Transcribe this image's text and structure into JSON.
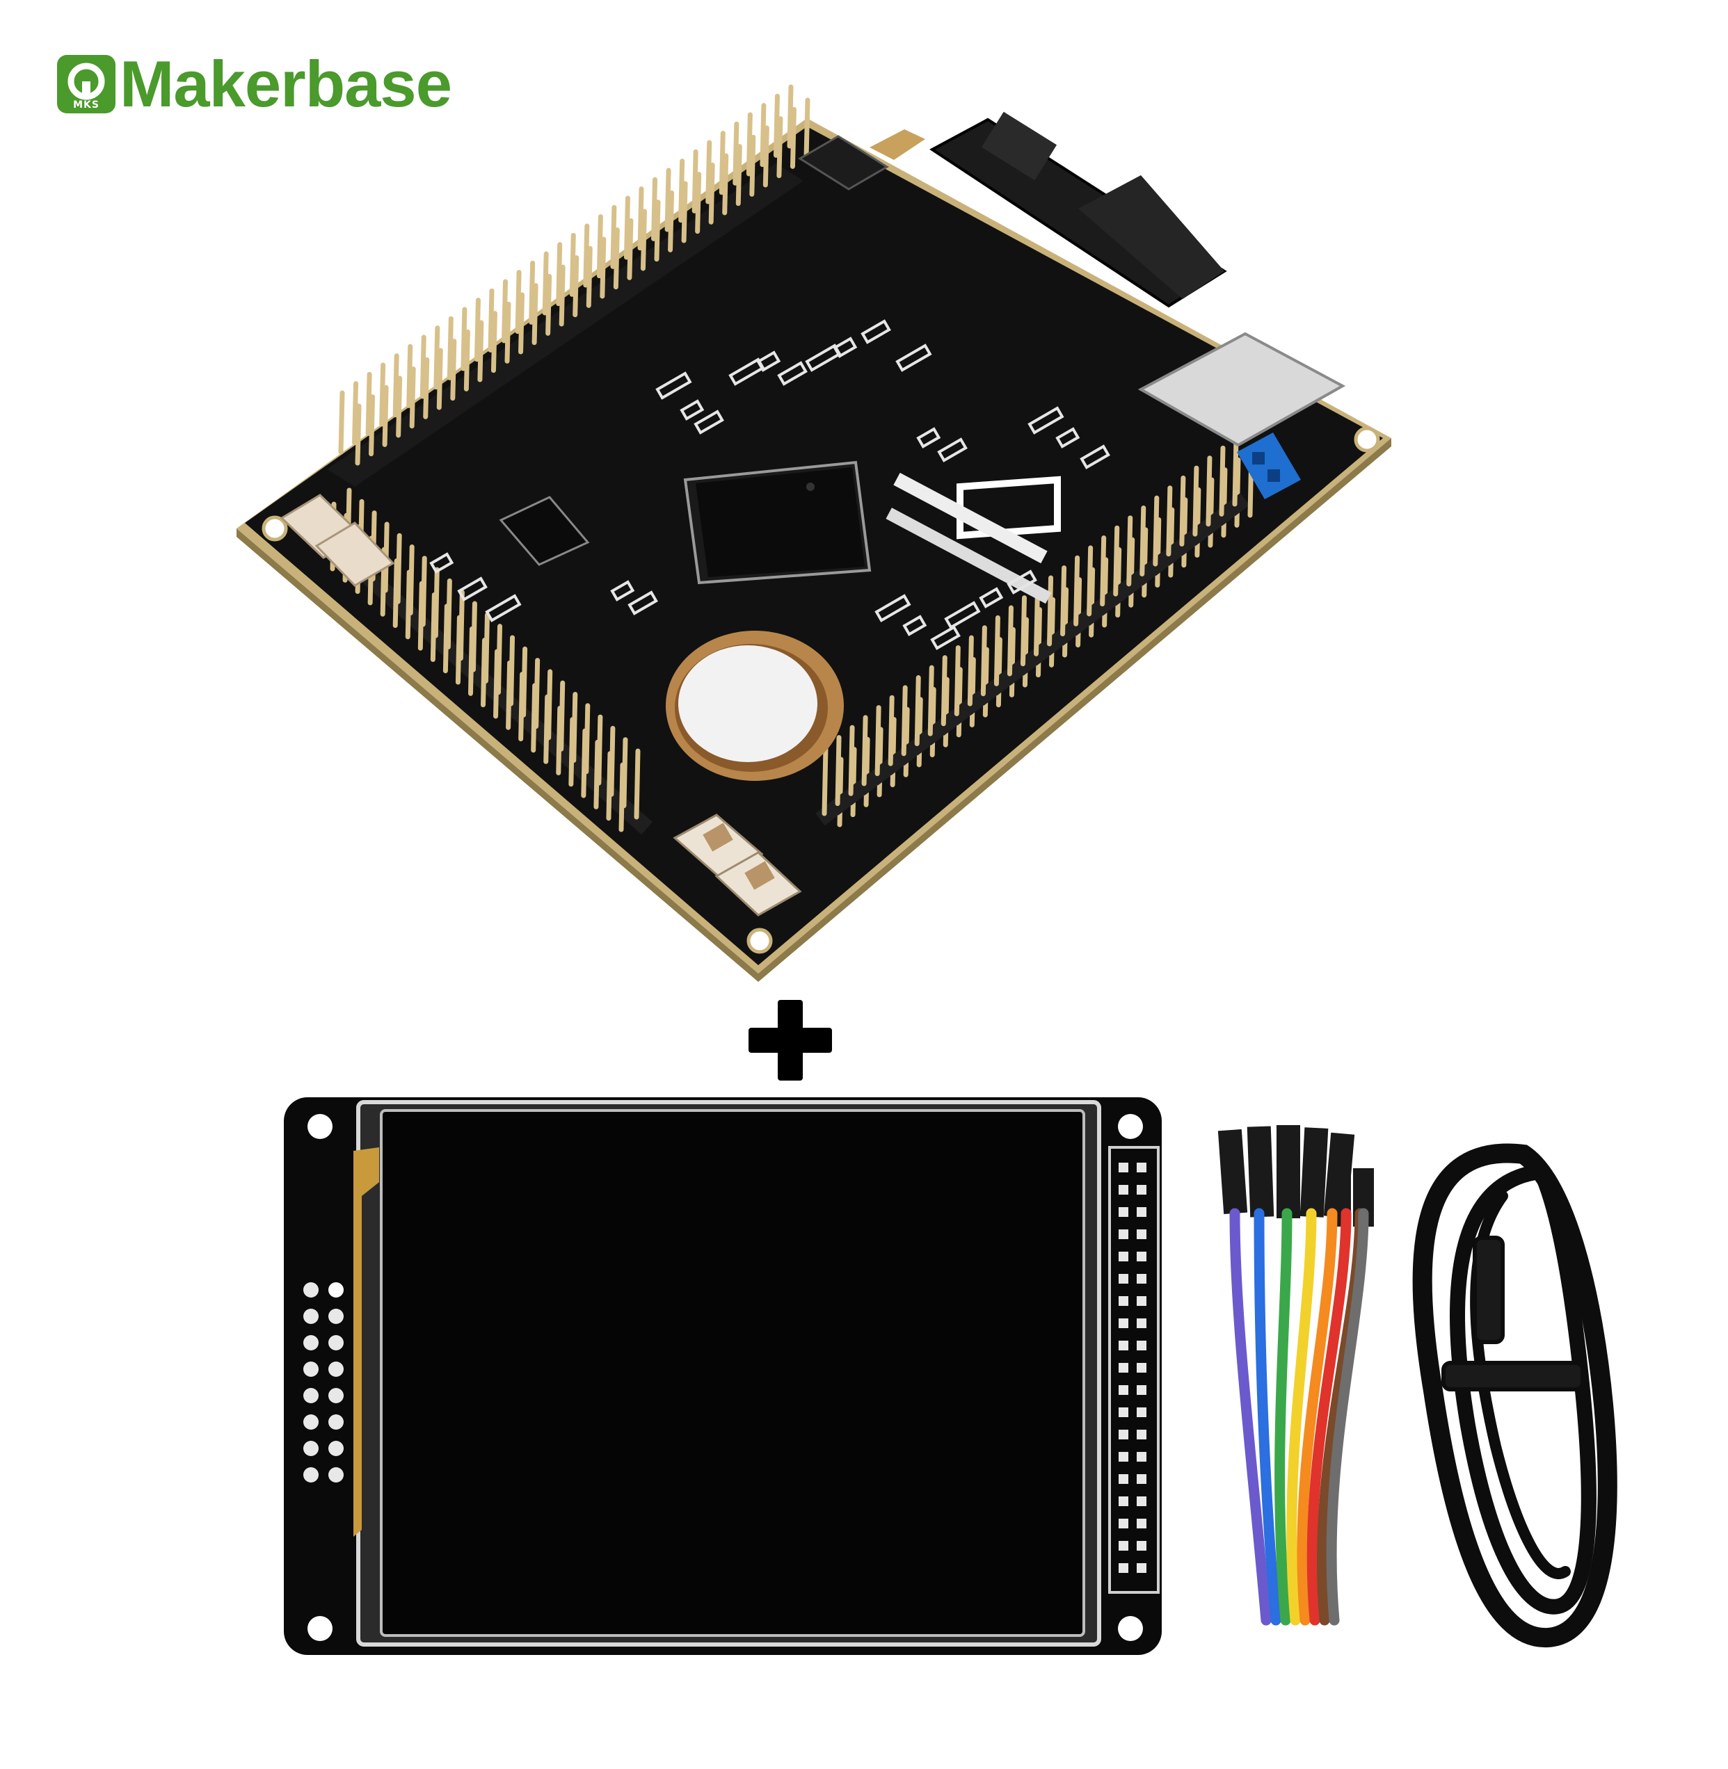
{
  "brand": {
    "name": "Makerbase",
    "mark_text": "MKS",
    "color": "#4a9a2c"
  },
  "items": {
    "controller_board": "stm32-development-board",
    "display": "tft-touch-screen",
    "wires": "dupont-jumper-wires",
    "cable": "usb-cable"
  },
  "colors": {
    "pcb": "#0e0e0e",
    "pcb_edge": "#c9b27a",
    "header_pin": "#d8c08a",
    "screen": "#050505",
    "jumper_blue": "#1e6fd0",
    "battery": "#f2f2f2",
    "battery_holder": "#b8864b",
    "wire_colors": [
      "#6a5acd",
      "#2b6fe0",
      "#3aa84a",
      "#f2d22a",
      "#f58a1f",
      "#e0332b",
      "#7a4a2a",
      "#6e6e6e"
    ]
  }
}
